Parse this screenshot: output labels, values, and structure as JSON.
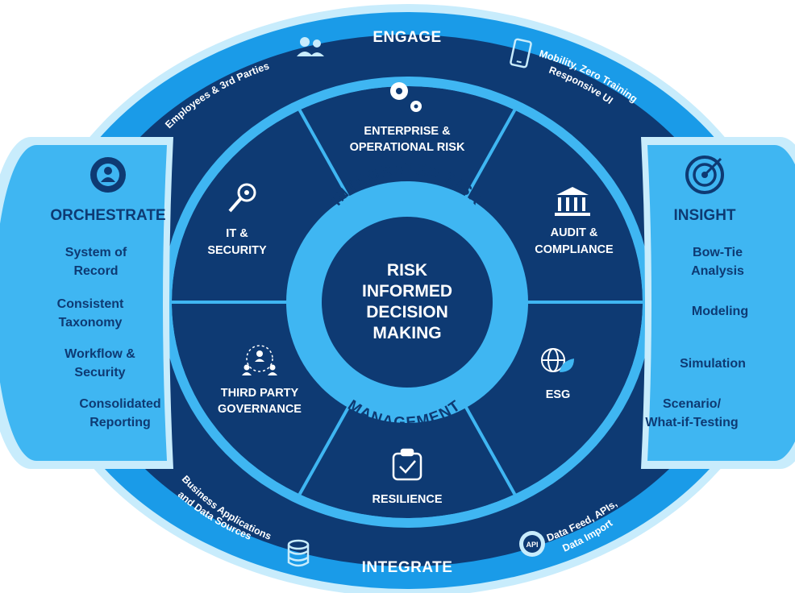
{
  "colors": {
    "navy": "#0e3a73",
    "bright_blue": "#1a9be8",
    "light_blue": "#3fb6f2",
    "pale_blue": "#c8ecfc",
    "white": "#ffffff"
  },
  "outer_ring": {
    "top_title": "ENGAGE",
    "bottom_title": "INTEGRATE",
    "top_left_note": "Employees & 3rd Parties",
    "top_right_note_line1": "Mobility, Zero Training",
    "top_right_note_line2": "Responsive UI",
    "bottom_left_note_line1": "Business Applications",
    "bottom_left_note_line2": "and Data Sources",
    "bottom_right_note_line1": "Data Feed, APIs,",
    "bottom_right_note_line2": "Data Import",
    "api_badge": "API",
    "icons": {
      "top_left": "people-icon",
      "top_right": "mobile-phone-icon",
      "bottom_left": "database-icon",
      "bottom_right": "api-gear-icon"
    }
  },
  "orchestrate": {
    "title": "ORCHESTRATE",
    "icon": "user-gear-icon",
    "items": [
      [
        "System of",
        "Record"
      ],
      [
        "Consistent",
        "Taxonomy"
      ],
      [
        "Workflow &",
        "Security"
      ],
      [
        "Consolidated",
        "Reporting"
      ]
    ]
  },
  "insight": {
    "title": "INSIGHT",
    "icon": "target-icon",
    "items": [
      [
        "Bow-Tie",
        "Analysis"
      ],
      [
        "Modeling"
      ],
      [
        "Simulation"
      ],
      [
        "Scenario/",
        "What-if-Testing"
      ]
    ]
  },
  "segments": {
    "enterprise": {
      "line1": "ENTERPRISE &",
      "line2": "OPERATIONAL RISK",
      "icon": "gears-icon"
    },
    "audit": {
      "line1": "AUDIT &",
      "line2": "COMPLIANCE",
      "icon": "bank-building-icon"
    },
    "esg": {
      "line1": "ESG",
      "icon": "globe-leaf-icon"
    },
    "resilience": {
      "line1": "RESILIENCE",
      "icon": "clipboard-check-icon"
    },
    "third_party": {
      "line1": "THIRD PARTY",
      "line2": "GOVERNANCE",
      "icon": "network-people-icon"
    },
    "it_security": {
      "line1": "IT &",
      "line2": "SECURITY",
      "icon": "wrench-gear-icon"
    }
  },
  "inner_ring": {
    "top_arc": "INTEGRATED RISK",
    "bottom_arc": "MANAGEMENT"
  },
  "center": {
    "line1": "RISK",
    "line2": "INFORMED",
    "line3": "DECISION",
    "line4": "MAKING"
  }
}
